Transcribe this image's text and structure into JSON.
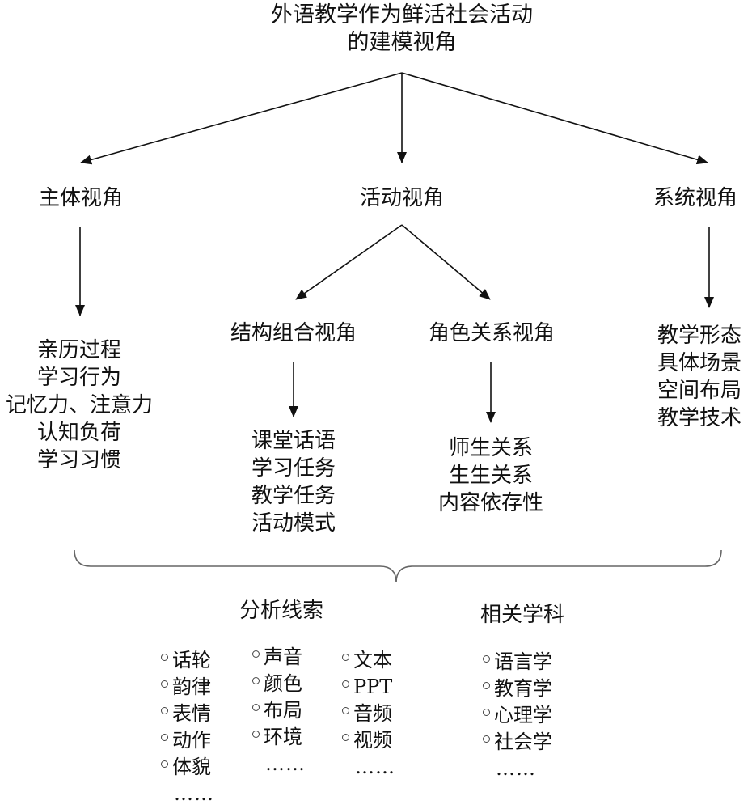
{
  "title": [
    "外语教学作为鲜活社会活动",
    "的建模视角"
  ],
  "level1": {
    "left": "主体视角",
    "mid": "活动视角",
    "right": "系统视角"
  },
  "level2": {
    "mid_left": "结构组合视角",
    "mid_right": "角色关系视角"
  },
  "leaves": {
    "left": [
      "亲历过程",
      "学习行为",
      "记忆力、注意力",
      "认知负荷",
      "学习习惯"
    ],
    "mid_left": [
      "课堂话语",
      "学习任务",
      "教学任务",
      "活动模式"
    ],
    "mid_right": [
      "师生关系",
      "生生关系",
      "内容依存性"
    ],
    "right": [
      "教学形态",
      "具体场景",
      "空间布局",
      "教学技术"
    ]
  },
  "bottom": {
    "analysis_title": "分析线索",
    "subjects_title": "相关学科",
    "col1": [
      "话轮",
      "韵律",
      "表情",
      "动作",
      "体貌"
    ],
    "col1_more": "……",
    "col2": [
      "声音",
      "颜色",
      "布局",
      "环境"
    ],
    "col2_more": "……",
    "col3": [
      "文本",
      "PPT",
      "音频",
      "视频"
    ],
    "col3_more": "……",
    "col4": [
      "语言学",
      "教育学",
      "心理学",
      "社会学"
    ],
    "col4_more": "……"
  }
}
